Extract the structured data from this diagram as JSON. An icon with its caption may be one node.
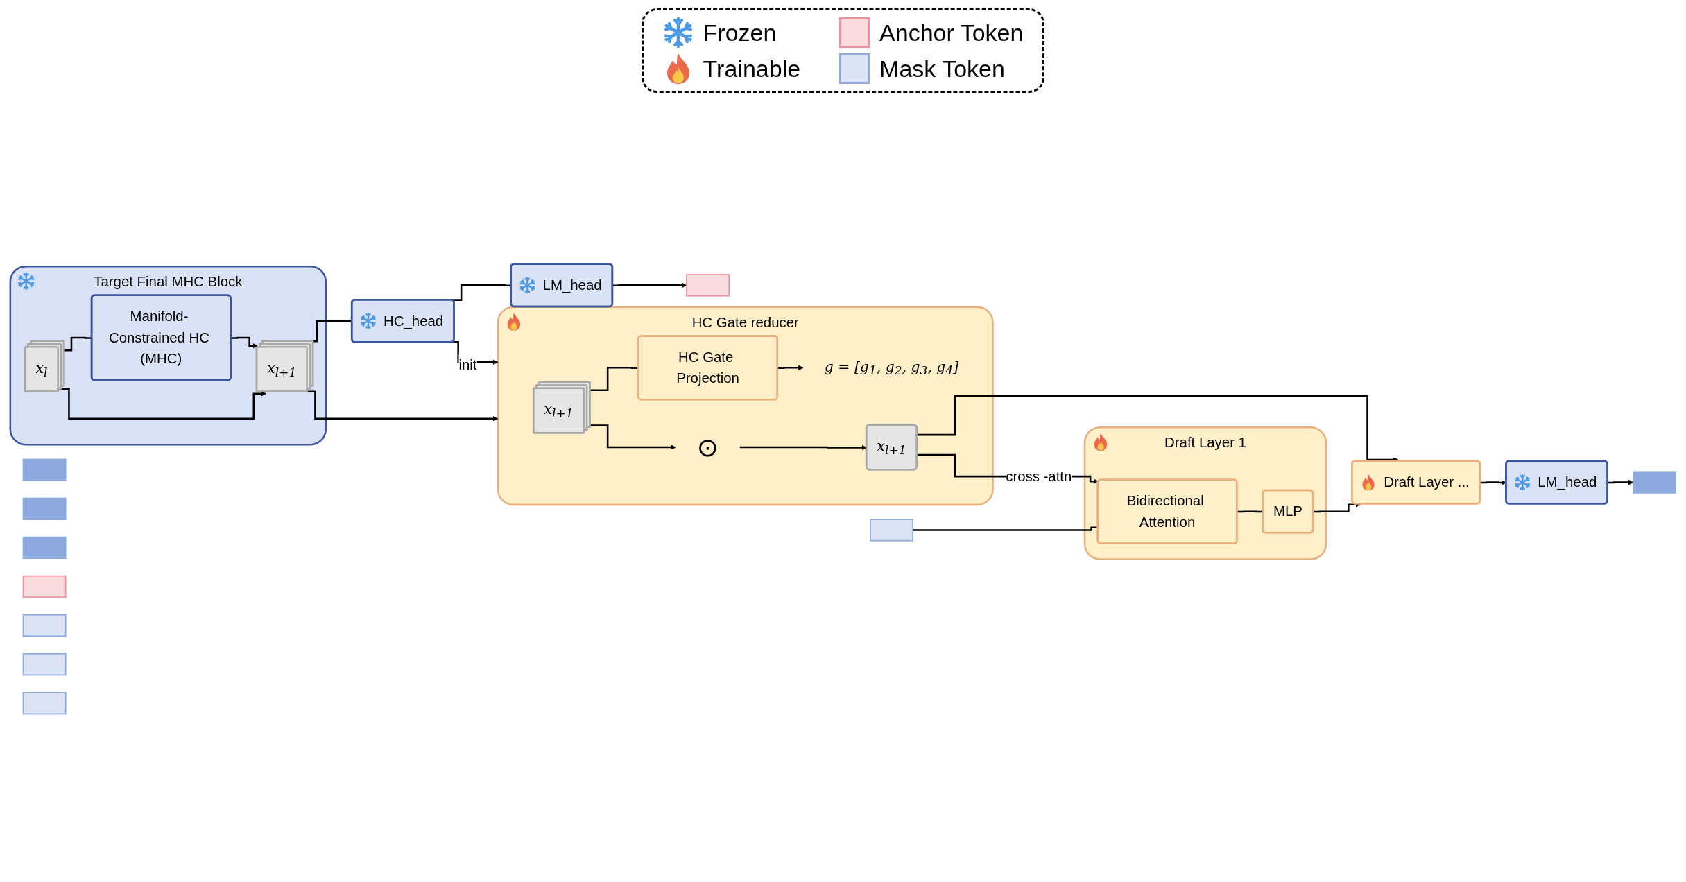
{
  "diagram": {
    "nodes": [
      {
        "text": [
          "LM_head"
        ]
      },
      {
        "text": [],
        "shape": "box"
      },
      {
        "text": [
          "HC_head"
        ]
      },
      {
        "text": [
          "Target Final MHC Block"
        ]
      },
      {
        "text": [
          "x$_{l+1}$"
        ],
        "in": 3
      },
      {
        "text": [
          "Manifold- Constrained HC (MHC)"
        ],
        "in": 3
      },
      {
        "text": [
          "x$_{l}$"
        ],
        "in": 3
      },
      {
        "text": [
          "HC Gate reducer"
        ]
      },
      {
        "text": [
          "x$_{l+1}$"
        ],
        "in": 7
      },
      {
        "text": [
          "HC Gate Projection"
        ],
        "in": 7
      },
      {
        "text": [
          "g = [g$_{1}$, g$_{2}$, g$_{3}$, g$_{4}$]"
        ],
        "in": 7
      },
      {
        "text": [
          "⊙"
        ],
        "in": 7
      },
      {
        "text": [
          "x$_{l+1}$"
        ],
        "in": 7
      },
      {
        "text": [],
        "shape": "box"
      },
      {
        "text": [],
        "shape": "box"
      },
      {
        "text": [],
        "shape": "box"
      },
      {
        "text": [],
        "shape": "box"
      },
      {
        "text": [
          "LM_head"
        ]
      },
      {
        "text": [
          "Draft Layer ..."
        ]
      },
      {
        "text": [
          "Draft Layer 1"
        ]
      },
      {
        "text": [
          "MLP"
        ],
        "in": 19
      },
      {
        "text": [
          "Bidirectional Attention"
        ],
        "in": 19
      },
      {
        "text": [],
        "shape": "box"
      },
      {
        "text": [],
        "shape": "box"
      },
      {
        "text": [],
        "shape": "box"
      },
      {
        "text": [],
        "shape": "box"
      },
      {
        "text": [],
        "shape": "box"
      }
    ],
    "edges": [
      {
        "from": 0,
        "to": 1,
        "arrow": "to"
      },
      {
        "from": 2,
        "to": 0,
        "arrow": "none"
      },
      {
        "from": 4,
        "to": 2,
        "arrow": "none"
      },
      {
        "from": 2,
        "to": 7,
        "arrow": "to",
        "label": "init"
      },
      {
        "from": 4,
        "to": 7,
        "arrow": "to"
      },
      {
        "from": 6,
        "to": 5,
        "arrow": "none"
      },
      {
        "from": 5,
        "to": 4,
        "arrow": "to"
      },
      {
        "from": 6,
        "to": 4,
        "arrow": "to"
      },
      {
        "from": 8,
        "to": 9,
        "arrow": "none"
      },
      {
        "from": 9,
        "to": 10,
        "arrow": "to"
      },
      {
        "from": 8,
        "to": 11,
        "arrow": "to"
      },
      {
        "from": 11,
        "to": 12,
        "arrow": "to"
      },
      {
        "from": 12,
        "to": 18,
        "arrow": "to"
      },
      {
        "from": 12,
        "to": 21,
        "arrow": "to",
        "label": "cross -attn"
      },
      {
        "from": 21,
        "to": 20,
        "arrow": "none"
      },
      {
        "from": 20,
        "to": 18,
        "arrow": "to"
      },
      {
        "from": 18,
        "to": 17,
        "arrow": "to"
      },
      {
        "from": 17,
        "to": 14,
        "arrow": "to"
      },
      {
        "from": 24,
        "to": 21,
        "arrow": "none"
      }
    ],
    "legend": [
      {
        "text": "Frozen"
      },
      {
        "text": "Anchor Token",
        "color": "#f9dbe0"
      },
      {
        "text": "Trainable"
      },
      {
        "text": "Mask Token",
        "color": "#dbe3f5"
      }
    ]
  }
}
